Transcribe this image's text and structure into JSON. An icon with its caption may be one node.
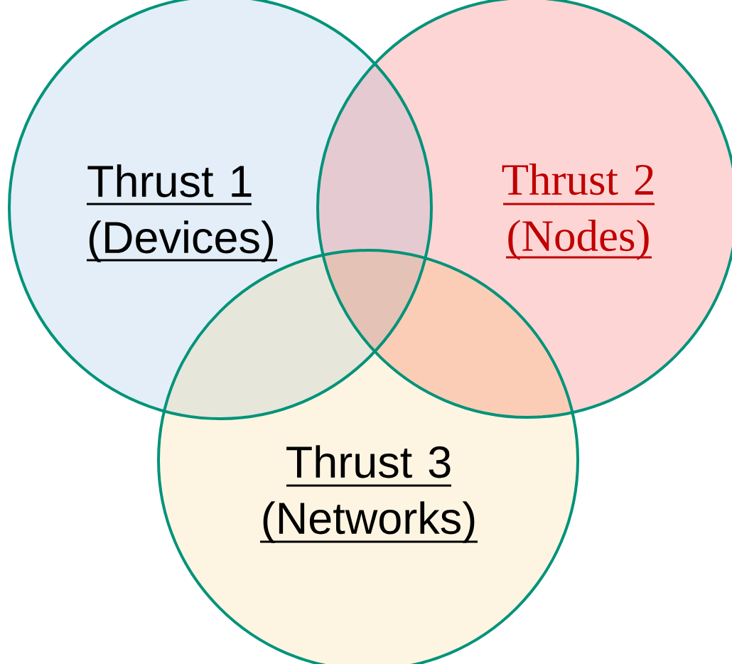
{
  "diagram": {
    "nodes": [
      {
        "text": [
          "Thrust 1 (Devices)"
        ]
      },
      {
        "text": [
          "Thrust 2 (Nodes)"
        ]
      },
      {
        "text": [
          "Thrust 3 (Networks)"
        ]
      }
    ]
  }
}
